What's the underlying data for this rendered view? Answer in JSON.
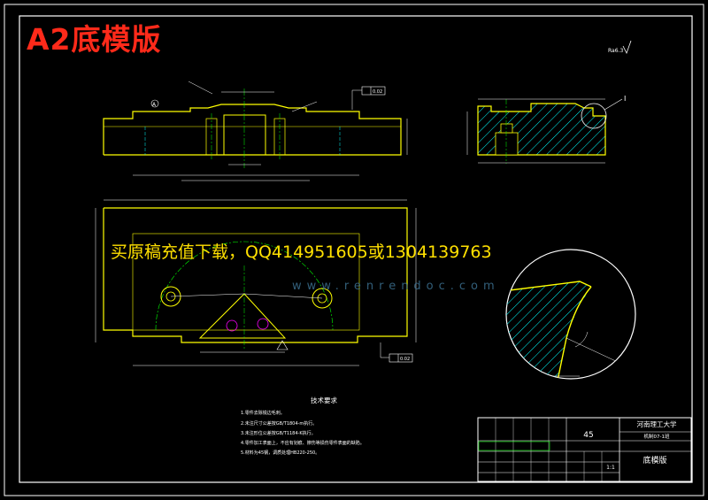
{
  "sheet": {
    "title": "A2底模版",
    "download_banner": "买原稿充值下载，QQ414951605或1304139763",
    "watermark": "www.renrendoc.com"
  },
  "tech_requirements": {
    "heading": "技术要求",
    "items": [
      "1.零件去除锐边毛刺。",
      "2.未注尺寸公差按GB/T1804-m执行。",
      "3.未注形位公差按GB/T1184-K执行。",
      "4.零件加工表面上，不应有划痕、擦伤等损伤零件表面的缺陷。",
      "5.材料为45钢，调质处理HB220-250。"
    ]
  },
  "title_block": {
    "school": "河南理工大学",
    "class_info": "机制07-1班",
    "part_name": "底模版",
    "material": "45",
    "scale": "1:1"
  },
  "annotations": {
    "roughness_right": "Ra6.3",
    "detail_label": "I",
    "datum_a": "A",
    "tolerance_top": "0.02",
    "tolerance_bottom": "0.02"
  },
  "colors": {
    "outline": "#ffff00",
    "dimension": "#ffffff",
    "center": "#00ff00",
    "hatch": "#00ffff",
    "accent": "#ff00ff"
  }
}
